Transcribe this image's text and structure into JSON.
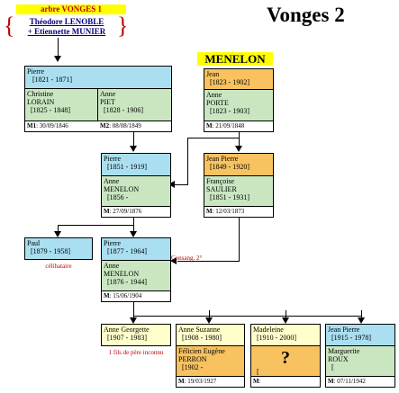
{
  "header": {
    "link_label": "arbre VONGES 1",
    "couple_line1": "Théodore LENOBLE",
    "couple_line2": "+ Etiennette MUNIER",
    "page_title": "Vonges 2",
    "family_label": "MENELON"
  },
  "colors": {
    "blue": "#a9dff0",
    "orange": "#f7c25f",
    "green": "#c9e6c1",
    "yellow": "#ffffcc",
    "red_text": "#c00000",
    "label_bg": "#ffff00"
  },
  "gen1": {
    "pierre": {
      "name": "Pierre",
      "dates": "[1821 - 1871]"
    },
    "christine": {
      "name1": "Christine",
      "name2": "LORAIN",
      "dates": "[1825 - 1848]",
      "mlabel": "M1",
      "mdate": ": 30/09/1846"
    },
    "anne": {
      "name1": "Anne",
      "name2": "PIET",
      "dates": "[1828 - 1906]",
      "mlabel": "M2",
      "mdate": ": 08/08/1849"
    }
  },
  "gen1b": {
    "jean": {
      "name": "Jean",
      "dates": "[1823 - 1902]"
    },
    "anne_porte": {
      "name1": "Anne",
      "name2": "PORTE",
      "dates": "[1823 - 1903]",
      "mlabel": "M",
      "mdate": ": 21/09/1848"
    }
  },
  "gen2": {
    "pierre": {
      "name": "Pierre",
      "dates": "[1851 - 1919]"
    },
    "anne_menelon": {
      "name1": "Anne",
      "name2": "MENELON",
      "dates": "[1856 -",
      "mlabel": "M",
      "mdate": ": 27/09/1876"
    },
    "jean_pierre": {
      "name": "Jean Pierre",
      "dates": "[1849 - 1920]"
    },
    "francoise": {
      "name1": "Françoise",
      "name2": "SAULIER",
      "dates": "[1851 - 1931]",
      "mlabel": "M",
      "mdate": ": 12/03/1873"
    }
  },
  "gen3": {
    "paul": {
      "name": "Paul",
      "dates": "[1879 - 1958]",
      "note": "célibataire"
    },
    "pierre": {
      "name": "Pierre",
      "dates": "[1877 - 1964]"
    },
    "anne_menelon": {
      "name1": "Anne",
      "name2": "MENELON",
      "dates": "[1876 - 1944]",
      "mlabel": "M",
      "mdate": ": 15/06/1904"
    },
    "consang": "Consang. 2°"
  },
  "gen4": {
    "anne_georgette": {
      "name": "Anne Georgette",
      "dates": "[1907 - 1983]",
      "note": "1 fils de père inconnu"
    },
    "anne_suzanne": {
      "name": "Anne Suzanne",
      "dates": "[1908 - 1980]",
      "spouse1": "Félicien Eugène",
      "spouse2": "PERRON",
      "sdates": "[1902 -",
      "mlabel": "M",
      "mdate": ": 19/03/1927"
    },
    "madeleine": {
      "name": "Madeleine",
      "dates": "[1910 - 2000]",
      "spouse1": "?",
      "sdates": "[",
      "mlabel": "M",
      "mdate": ":"
    },
    "jean_pierre": {
      "name": "Jean Pierre",
      "dates": "[1915 - 1978]",
      "spouse1": "Marguerite",
      "spouse2": "ROUX",
      "sdates": "[",
      "mlabel": "M",
      "mdate": ": 07/11/1942"
    }
  }
}
